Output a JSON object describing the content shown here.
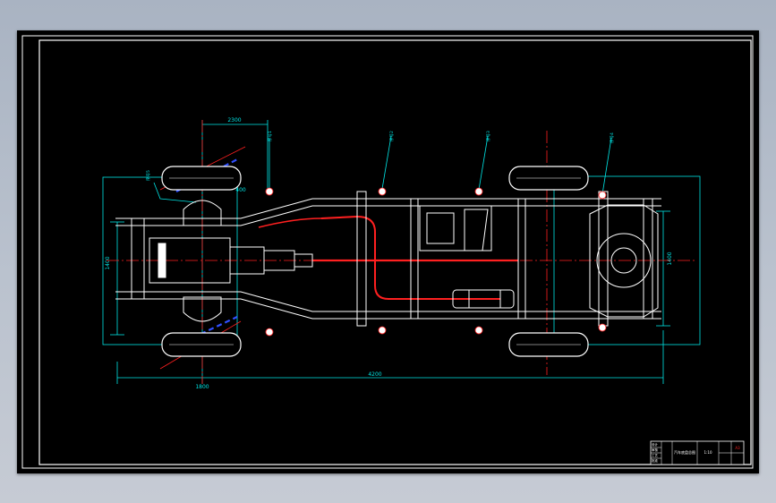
{
  "drawing": {
    "dimensions": {
      "wheelbase": "2300",
      "front_track": "1400",
      "rear_track": "1400",
      "overall_length": "4200",
      "overall_width": "1800",
      "front_overhang": "400"
    },
    "leaders": [
      "序号1",
      "序号2",
      "序号3",
      "序号4",
      "序号5"
    ],
    "title_block": {
      "title": "汽车底盘总图",
      "scale": "1:10",
      "sheet": "A3",
      "labels": [
        "设计",
        "审核",
        "工艺",
        "批准"
      ]
    }
  },
  "colors": {
    "background": "#000000",
    "frame_line": "#ffffff",
    "dimension": "#00e5e5",
    "centerline": "#ff2020",
    "hatch": "#3050ff",
    "part_line": "#ffffff"
  }
}
